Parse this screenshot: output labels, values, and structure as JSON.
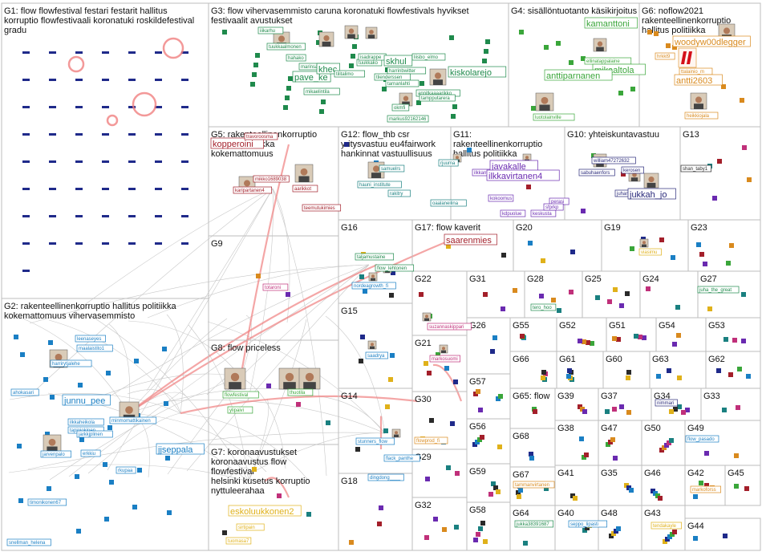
{
  "colors": {
    "g1": "#1f2a8a",
    "g2": "#1a7fc4",
    "g3": "#1f8a4c",
    "g4": "#3aa63a",
    "g5": "#a31f2a",
    "g6": "#d98a1e",
    "g7": "#e0b11a",
    "g9": "#c0307a",
    "g10": "#2a2a7a",
    "g11": "#6a2ab0",
    "g12": "#1a8080",
    "g13": "#2a2a2a",
    "g17": "#a31f2a",
    "edge": "#c8c8c8",
    "redge": "#f08080"
  },
  "groups": [
    {
      "id": "G1",
      "title": [
        "G1: flow flowfestival festari festarit hallitus",
        "korruptio flowfestivaali koronatuki roskildefestival",
        "gradu"
      ]
    },
    {
      "id": "G2",
      "title": [
        "G2: rakenteellinenkorruptio hallitus politiikka",
        "kokemattomuus vihervasemmisto"
      ]
    },
    {
      "id": "G3",
      "title": [
        "G3: flow vihervasemmisto caruna koronatuki flowfestivals hyvikset",
        "festivaalit avustukset"
      ]
    },
    {
      "id": "G4",
      "title": [
        "G4: sisällöntuotanto käsikirjoitus"
      ]
    },
    {
      "id": "G5",
      "title": [
        "G5: rakenteellinenkorruptio",
        "hallitus politiikka",
        "kokemattomuus"
      ]
    },
    {
      "id": "G6",
      "title": [
        "G6: noflow2021",
        "rakenteellinenkorruptio",
        "hallitus politiikka"
      ]
    },
    {
      "id": "G7",
      "title": [
        "G7: koronaavustukset",
        "koronaavustus flow",
        "flowfestival",
        "helsinki kusetus korruptio",
        "nyttuleerahaa"
      ]
    },
    {
      "id": "G8",
      "title": [
        "G8: flow priceless"
      ]
    },
    {
      "id": "G9",
      "title": [
        "G9"
      ]
    },
    {
      "id": "G10",
      "title": [
        "G10: yhteiskuntavastuu"
      ]
    },
    {
      "id": "G11",
      "title": [
        "G11:",
        "rakenteellinenkorruptio",
        "hallitus politiikka"
      ]
    },
    {
      "id": "G12",
      "title": [
        "G12: flow_thb csr",
        "yritysvastuu eu4fairwork",
        "hankinnat vastuullisuus"
      ]
    },
    {
      "id": "G13",
      "title": [
        "G13"
      ]
    },
    {
      "id": "G14",
      "title": [
        "G14"
      ]
    },
    {
      "id": "G15",
      "title": [
        "G15"
      ]
    },
    {
      "id": "G16",
      "title": [
        "G16"
      ]
    },
    {
      "id": "G17",
      "title": [
        "G17: flow kaverit"
      ]
    },
    {
      "id": "G18",
      "title": [
        "G18"
      ]
    },
    {
      "id": "G19",
      "title": [
        "G19"
      ]
    },
    {
      "id": "G20",
      "title": [
        "G20"
      ]
    },
    {
      "id": "G21",
      "title": [
        "G21"
      ]
    },
    {
      "id": "G22",
      "title": [
        "G22"
      ]
    },
    {
      "id": "G23",
      "title": [
        "G23"
      ]
    },
    {
      "id": "G24",
      "title": [
        "G24"
      ]
    },
    {
      "id": "G25",
      "title": [
        "G25"
      ]
    },
    {
      "id": "G26",
      "title": [
        "G26"
      ]
    },
    {
      "id": "G27",
      "title": [
        "G27"
      ]
    },
    {
      "id": "G28",
      "title": [
        "G28"
      ]
    },
    {
      "id": "G29",
      "title": [
        "G29"
      ]
    },
    {
      "id": "G30",
      "title": [
        "G30"
      ]
    },
    {
      "id": "G31",
      "title": [
        "G31"
      ]
    },
    {
      "id": "G32",
      "title": [
        "G32"
      ]
    },
    {
      "id": "G33",
      "title": [
        "G33"
      ]
    },
    {
      "id": "G34",
      "title": [
        "G34"
      ]
    },
    {
      "id": "G35",
      "title": [
        "G35"
      ]
    },
    {
      "id": "G37",
      "title": [
        "G37"
      ]
    },
    {
      "id": "G38",
      "title": [
        "G38"
      ]
    },
    {
      "id": "G39",
      "title": [
        "G39"
      ]
    },
    {
      "id": "G40",
      "title": [
        "G40"
      ]
    },
    {
      "id": "G41",
      "title": [
        "G41"
      ]
    },
    {
      "id": "G42",
      "title": [
        "G42"
      ]
    },
    {
      "id": "G43",
      "title": [
        "G43"
      ]
    },
    {
      "id": "G44",
      "title": [
        "G44"
      ]
    },
    {
      "id": "G45",
      "title": [
        "G45"
      ]
    },
    {
      "id": "G46",
      "title": [
        "G46"
      ]
    },
    {
      "id": "G47",
      "title": [
        "G47"
      ]
    },
    {
      "id": "G48",
      "title": [
        "G48"
      ]
    },
    {
      "id": "G49",
      "title": [
        "G49"
      ]
    },
    {
      "id": "G50",
      "title": [
        "G50"
      ]
    },
    {
      "id": "G51",
      "title": [
        "G51"
      ]
    },
    {
      "id": "G52",
      "title": [
        "G52"
      ]
    },
    {
      "id": "G53",
      "title": [
        "G53"
      ]
    },
    {
      "id": "G54",
      "title": [
        "G54"
      ]
    },
    {
      "id": "G55",
      "title": [
        "G55"
      ]
    },
    {
      "id": "G56",
      "title": [
        "G56"
      ]
    },
    {
      "id": "G57",
      "title": [
        "G57"
      ]
    },
    {
      "id": "G58",
      "title": [
        "G58"
      ]
    },
    {
      "id": "G59",
      "title": [
        "G59"
      ]
    },
    {
      "id": "G60",
      "title": [
        "G60"
      ]
    },
    {
      "id": "G61",
      "title": [
        "G61"
      ]
    },
    {
      "id": "G62",
      "title": [
        "G62"
      ]
    },
    {
      "id": "G63",
      "title": [
        "G63"
      ]
    },
    {
      "id": "G64",
      "title": [
        "G64"
      ]
    },
    {
      "id": "G65",
      "title": [
        "G65: flow"
      ]
    },
    {
      "id": "G66",
      "title": [
        "G66"
      ]
    },
    {
      "id": "G67",
      "title": [
        "G67"
      ]
    },
    {
      "id": "G68",
      "title": [
        "G68"
      ]
    }
  ],
  "labels": [
    {
      "text": "harrirytjalehe",
      "color": "#1a7fc4",
      "big": false
    },
    {
      "text": "leenaseyes",
      "color": "#1a7fc4",
      "big": false
    },
    {
      "text": "maalaistito1",
      "color": "#1a7fc4",
      "big": false
    },
    {
      "text": "ahokasari",
      "color": "#1a7fc4",
      "big": false
    },
    {
      "text": "junnu_pee",
      "color": "#1a7fc4",
      "big": true
    },
    {
      "text": "ilkkaheikola",
      "color": "#1a7fc4",
      "big": false
    },
    {
      "text": "tapiojokinen",
      "color": "#1a7fc4",
      "big": false
    },
    {
      "text": "jarkkjplinen",
      "color": "#1a7fc4",
      "big": false
    },
    {
      "text": "minmomattikainen",
      "color": "#1a7fc4",
      "big": false
    },
    {
      "text": "erkkiu",
      "color": "#1a7fc4",
      "big": false
    },
    {
      "text": "jarvenpalo",
      "color": "#1a7fc4",
      "big": false
    },
    {
      "text": "rkupaa",
      "color": "#1a7fc4",
      "big": false
    },
    {
      "text": "jjseppala",
      "color": "#1a7fc4",
      "big": true
    },
    {
      "text": "timonikonen67",
      "color": "#1a7fc4",
      "big": false
    },
    {
      "text": "snellman_helena",
      "color": "#1a7fc4",
      "big": false
    },
    {
      "text": "iiikarhu",
      "color": "#1f8a4c",
      "big": false
    },
    {
      "text": "tuukkaalmonen",
      "color": "#1f8a4c",
      "big": false
    },
    {
      "text": "hahako",
      "color": "#1f8a4c",
      "big": false
    },
    {
      "text": "marinsanna",
      "color": "#1f8a4c",
      "big": false
    },
    {
      "text": "pave_ke",
      "color": "#1f8a4c",
      "big": true
    },
    {
      "text": "mikaelintila",
      "color": "#1f8a4c",
      "big": false
    },
    {
      "text": "khec",
      "color": "#1f8a4c",
      "big": true
    },
    {
      "text": "tilitalimo",
      "color": "#1f8a4c",
      "big": false
    },
    {
      "text": "tuukkako",
      "color": "#1f8a4c",
      "big": false
    },
    {
      "text": "isadrappe",
      "color": "#1f8a4c",
      "big": false
    },
    {
      "text": "skhul",
      "color": "#1f8a4c",
      "big": true
    },
    {
      "text": "harrinbwitter",
      "color": "#1f8a4c",
      "big": false
    },
    {
      "text": "liisbo_elmo",
      "color": "#1f8a4c",
      "big": false
    },
    {
      "text": "tlienderssen",
      "color": "#1f8a4c",
      "big": false
    },
    {
      "text": "tarnanlahti",
      "color": "#1f8a4c",
      "big": false
    },
    {
      "text": "kiskolarejo",
      "color": "#1f8a4c",
      "big": true
    },
    {
      "text": "annitkaaaarikko",
      "color": "#1f8a4c",
      "big": false
    },
    {
      "text": "tampputarera",
      "color": "#1f8a4c",
      "big": false
    },
    {
      "text": "okmfi",
      "color": "#1f8a4c",
      "big": false
    },
    {
      "text": "markus92162146",
      "color": "#1f8a4c",
      "big": false
    },
    {
      "text": "kamanttoni",
      "color": "#3aa63a",
      "big": true
    },
    {
      "text": "ellinatappalaine",
      "color": "#3aa63a",
      "big": false
    },
    {
      "text": "mikaaltola",
      "color": "#3aa63a",
      "big": true
    },
    {
      "text": "anttiparnanen",
      "color": "#3aa63a",
      "big": true
    },
    {
      "text": "luotolainville",
      "color": "#3aa63a",
      "big": false
    },
    {
      "text": "woodyw00dlegger",
      "color": "#d98a1e",
      "big": true
    },
    {
      "text": "hrkkt9",
      "color": "#d98a1e",
      "big": false
    },
    {
      "text": "ttalainio_m",
      "color": "#d98a1e",
      "big": false
    },
    {
      "text": "antti2603",
      "color": "#d98a1e",
      "big": true
    },
    {
      "text": "heikkiojala",
      "color": "#d98a1e",
      "big": false
    },
    {
      "text": "kopperoini",
      "color": "#a31f2a",
      "big": true
    },
    {
      "text": "travoroosma",
      "color": "#a31f2a",
      "big": false
    },
    {
      "text": "mikko1689038",
      "color": "#a31f2a",
      "big": false
    },
    {
      "text": "aarikkot",
      "color": "#a31f2a",
      "big": false
    },
    {
      "text": "karipartanen4",
      "color": "#a31f2a",
      "big": false
    },
    {
      "text": "teemutukimies",
      "color": "#a31f2a",
      "big": false
    },
    {
      "text": "samuelrs",
      "color": "#1a8080",
      "big": false
    },
    {
      "text": "hauni_institute",
      "color": "#1a8080",
      "big": false
    },
    {
      "text": "rakitry",
      "color": "#1a8080",
      "big": false
    },
    {
      "text": "rjuuma",
      "color": "#1a8080",
      "big": false
    },
    {
      "text": "oaalaneilina",
      "color": "#1a8080",
      "big": false
    },
    {
      "text": "ilkkanyt",
      "color": "#6a2ab0",
      "big": false
    },
    {
      "text": "javakalle",
      "color": "#6a2ab0",
      "big": true
    },
    {
      "text": "ilkkavirtanen4",
      "color": "#6a2ab0",
      "big": true
    },
    {
      "text": "kokoomus",
      "color": "#6a2ab0",
      "big": false
    },
    {
      "text": "kdpuolue",
      "color": "#6a2ab0",
      "big": false
    },
    {
      "text": "keskusta",
      "color": "#6a2ab0",
      "big": false
    },
    {
      "text": "perasi",
      "color": "#6a2ab0",
      "big": false
    },
    {
      "text": "sfprkp",
      "color": "#6a2ab0",
      "big": false
    },
    {
      "text": "william47272632",
      "color": "#2a2a7a",
      "big": false
    },
    {
      "text": "sabuhaenfors",
      "color": "#2a2a7a",
      "big": false
    },
    {
      "text": "kerosen",
      "color": "#2a2a7a",
      "big": false
    },
    {
      "text": "juhani",
      "color": "#2a2a7a",
      "big": false
    },
    {
      "text": "jukkah_jo",
      "color": "#2a2a7a",
      "big": true
    },
    {
      "text": "shan_taby1",
      "color": "#2a2a2a",
      "big": false
    },
    {
      "text": "totaroni",
      "color": "#c0307a",
      "big": false
    },
    {
      "text": "saarenmies",
      "color": "#a31f2a",
      "big": true
    },
    {
      "text": "taljamustaine",
      "color": "#1f8a4c",
      "big": false
    },
    {
      "text": "flow_lehtonen",
      "color": "#1f8a4c",
      "big": false
    },
    {
      "text": "nordeagrowth_fi",
      "color": "#1a7fc4",
      "big": false
    },
    {
      "text": "saadrya",
      "color": "#1a7fc4",
      "big": false
    },
    {
      "text": "suzannaskippari",
      "color": "#c0307a",
      "big": false
    },
    {
      "text": "markosuomi",
      "color": "#c0307a",
      "big": false
    },
    {
      "text": "stunners_flow",
      "color": "#1a7fc4",
      "big": false
    },
    {
      "text": "flack_panthe",
      "color": "#1a7fc4",
      "big": false
    },
    {
      "text": "dingdong____",
      "color": "#1a7fc4",
      "big": false
    },
    {
      "text": "flowprod_fi",
      "color": "#d98a1e",
      "big": false
    },
    {
      "text": "flowfestival",
      "color": "#3aa63a",
      "big": false
    },
    {
      "text": "ylipaivi",
      "color": "#3aa63a",
      "big": false
    },
    {
      "text": "thuotila",
      "color": "#3aa63a",
      "big": false
    },
    {
      "text": "eskoluukkonen2",
      "color": "#e0b11a",
      "big": true
    },
    {
      "text": "tuomasa7",
      "color": "#e0b11a",
      "big": false
    },
    {
      "text": "sirtipain",
      "color": "#e0b11a",
      "big": false
    },
    {
      "text": "tero_hoo",
      "color": "#1f8a4c",
      "big": false
    },
    {
      "text": "viasimu",
      "color": "#e0b11a",
      "big": false
    },
    {
      "text": "juha_the_great",
      "color": "#1f8a4c",
      "big": false
    },
    {
      "text": "nimmari",
      "color": "#2a2a7a",
      "big": false
    },
    {
      "text": "flow_pasado",
      "color": "#1a7fc4",
      "big": false
    },
    {
      "text": "markoforss",
      "color": "#d98a1e",
      "big": false
    },
    {
      "text": "tendakayle",
      "color": "#e0b11a",
      "big": false
    },
    {
      "text": "seppo_lipasti",
      "color": "#1a7fc4",
      "big": false
    },
    {
      "text": "jukka38391687",
      "color": "#1f8a4c",
      "big": false
    },
    {
      "text": "tammanvirtanen",
      "color": "#d98a1e",
      "big": false
    }
  ]
}
